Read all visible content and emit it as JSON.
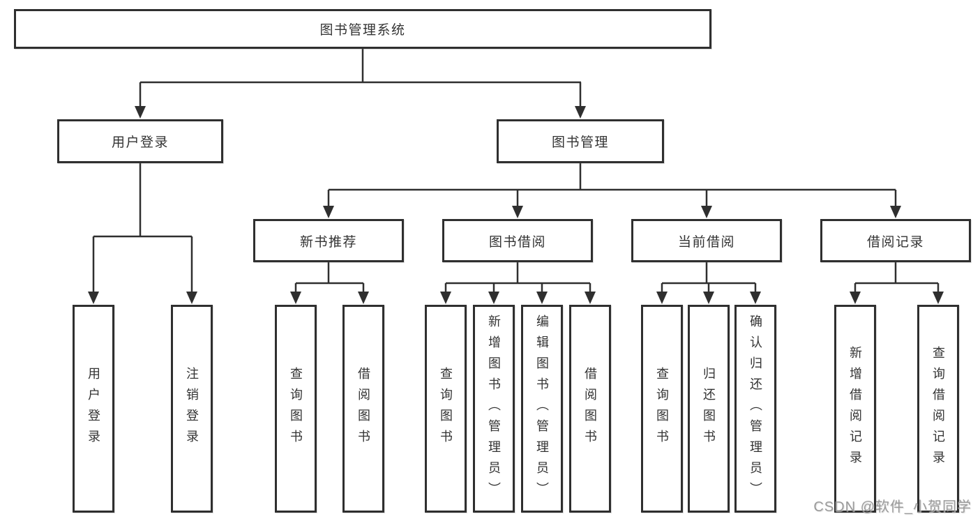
{
  "title": "图书管理系统",
  "tree": {
    "root": {
      "label": "图书管理系统"
    },
    "branches": [
      {
        "label": "用户登录",
        "children": [
          {
            "label": "用户登录"
          },
          {
            "label": "注销登录"
          }
        ]
      },
      {
        "label": "图书管理",
        "groups": [
          {
            "label": "新书推荐",
            "children": [
              {
                "label": "查询图书"
              },
              {
                "label": "借阅图书"
              }
            ]
          },
          {
            "label": "图书借阅",
            "children": [
              {
                "label": "查询图书"
              },
              {
                "label": "新增图书（管理员）"
              },
              {
                "label": "编辑图书（管理员）"
              },
              {
                "label": "借阅图书"
              }
            ]
          },
          {
            "label": "当前借阅",
            "children": [
              {
                "label": "查询图书"
              },
              {
                "label": "归还图书"
              },
              {
                "label": "确认归还（管理员）"
              }
            ]
          },
          {
            "label": "借阅记录",
            "children": [
              {
                "label": "新增借阅记录"
              },
              {
                "label": "查询借阅记录"
              }
            ]
          }
        ]
      }
    ]
  },
  "watermark": "CSDN @软件_小贺同学",
  "colors": {
    "line": "#2f2f2f",
    "box_border": "#2f2f2f",
    "text": "#333333",
    "background": "#ffffff",
    "watermark": "#919191"
  }
}
